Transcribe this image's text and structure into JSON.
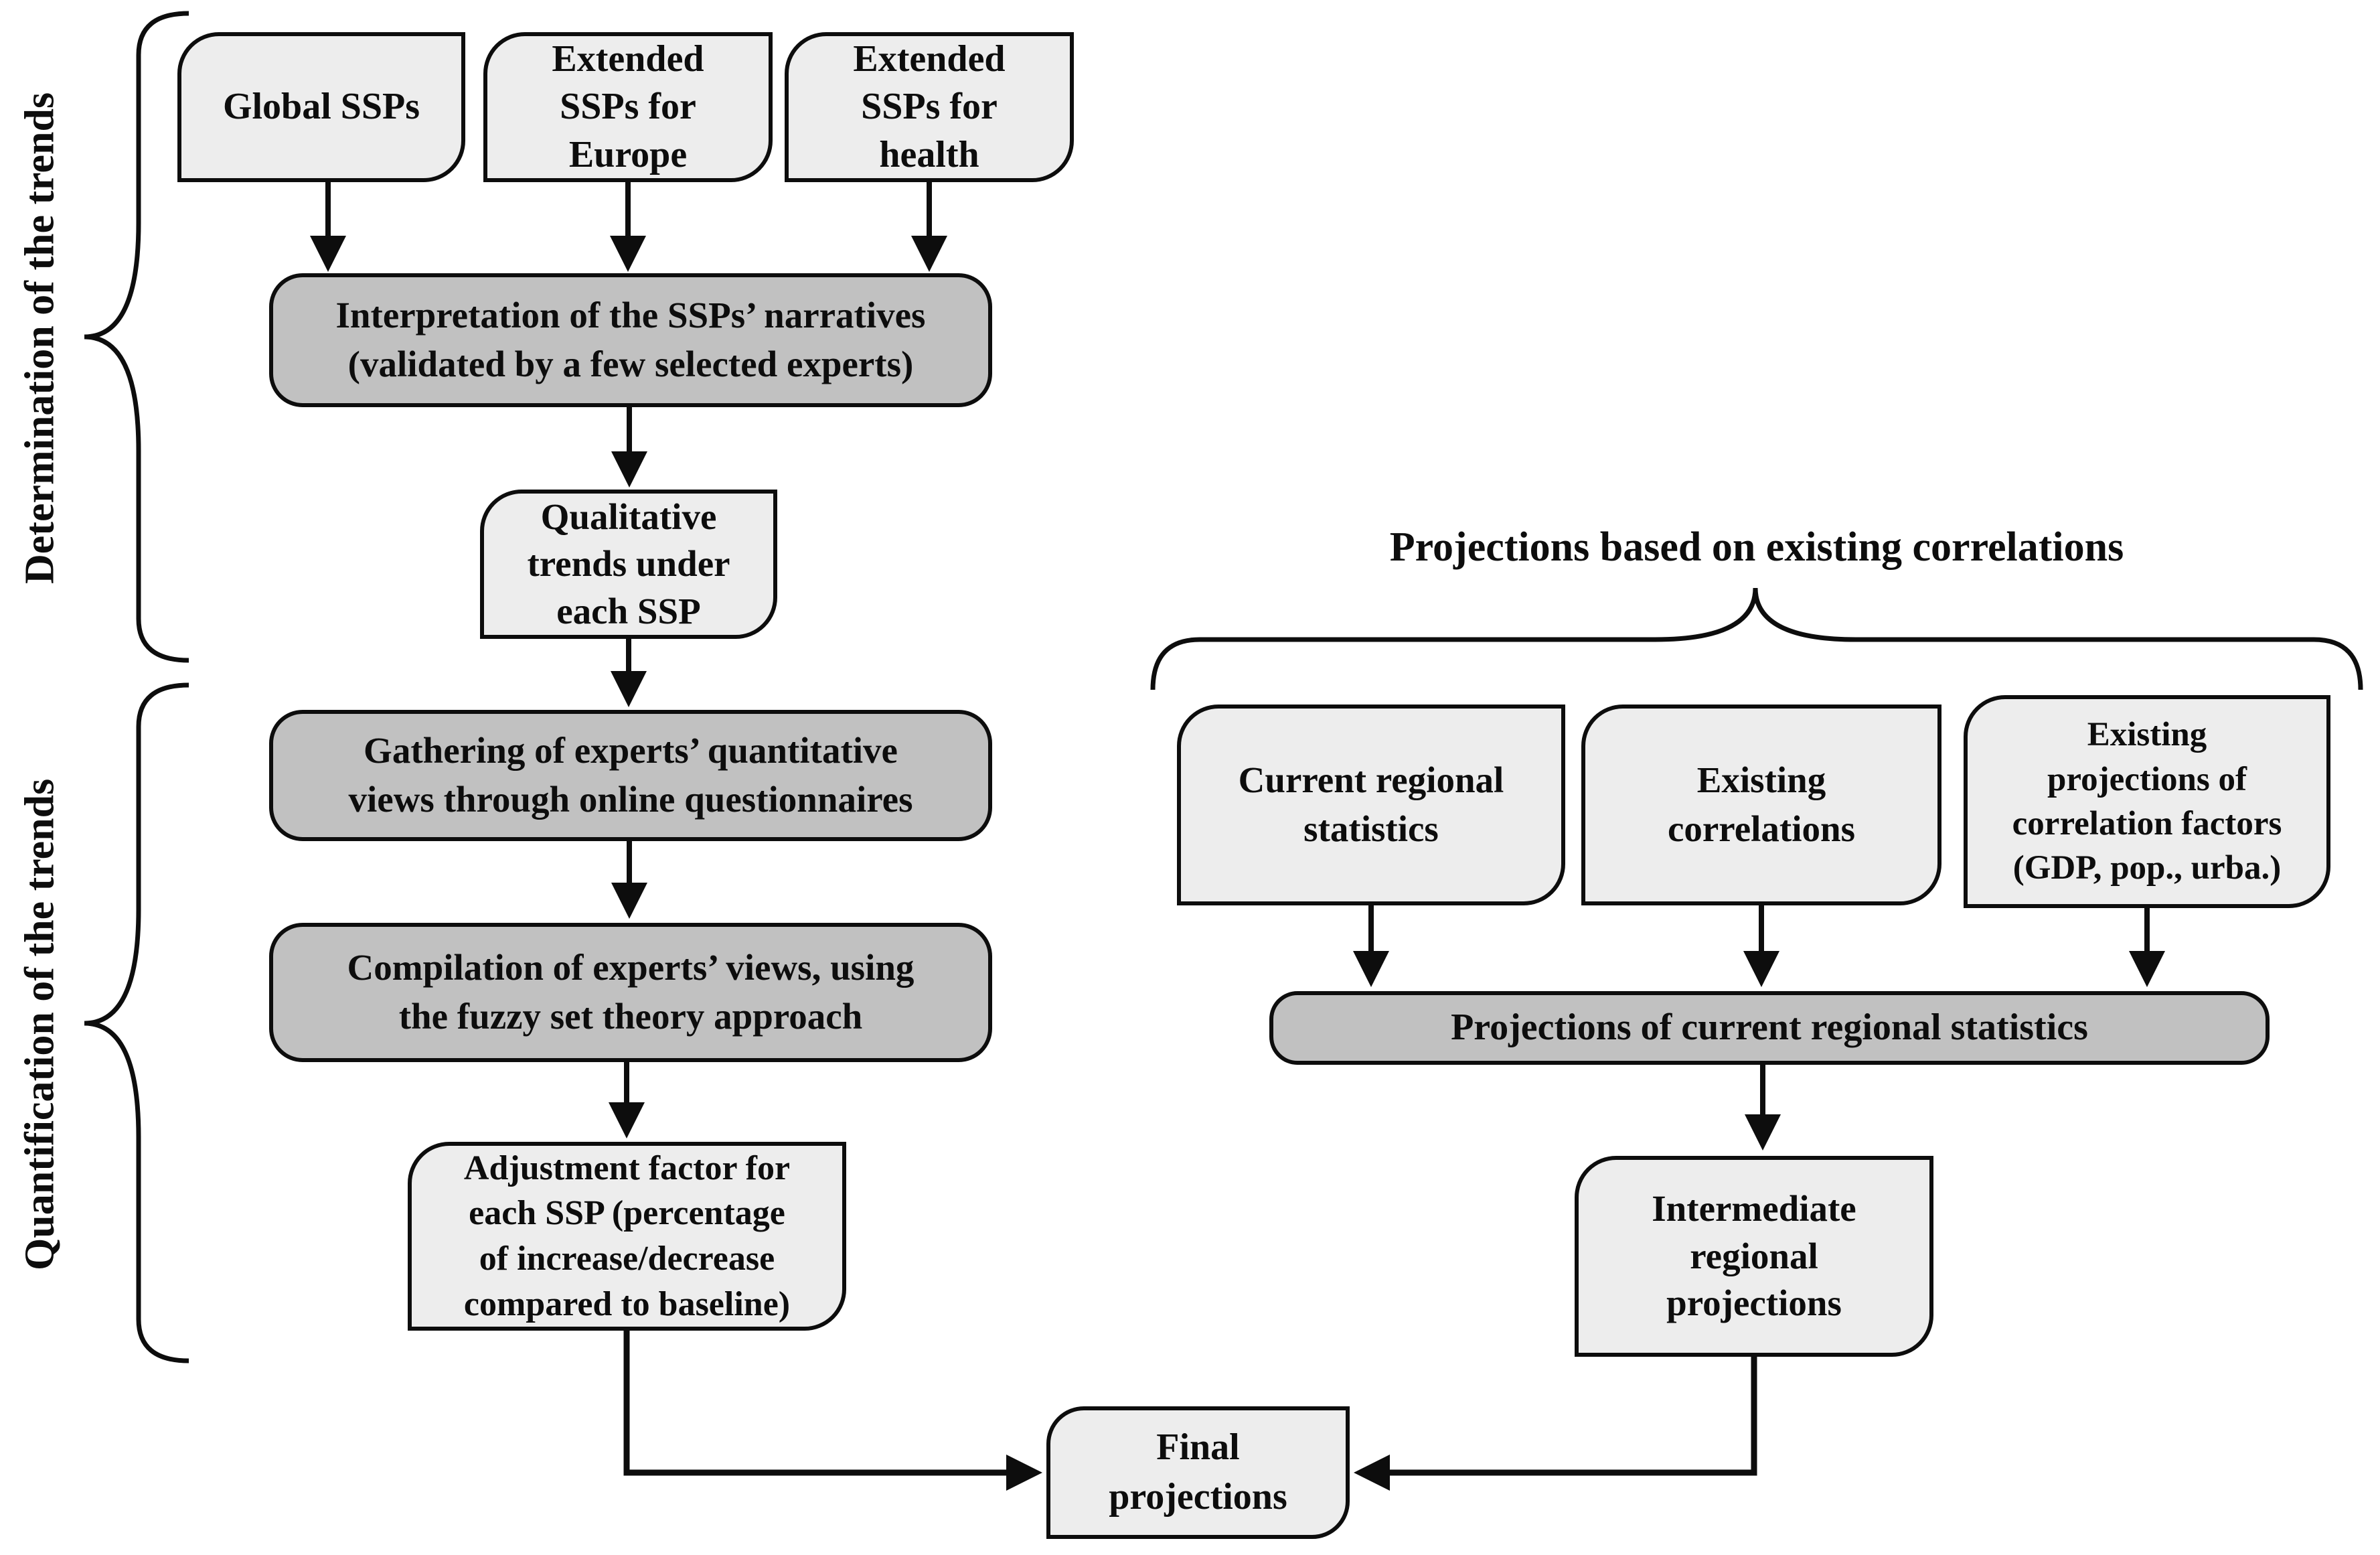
{
  "left_labels": {
    "determination": "Determination of the trends",
    "quantification": "Quantification of the trends"
  },
  "right_title": "Projections based on existing correlations",
  "nodes": {
    "global_ssps": "Global SSPs",
    "extended_europe": "Extended\nSSPs for\nEurope",
    "extended_health": "Extended\nSSPs for\nhealth",
    "interpretation": "Interpretation of the SSPs’ narratives\n(validated by a few selected experts)",
    "qualitative": "Qualitative\ntrends under\neach SSP",
    "gathering": "Gathering of experts’ quantitative\nviews through online questionnaires",
    "compilation": "Compilation of experts’ views, using\nthe fuzzy set theory approach",
    "adjustment": "Adjustment factor for\neach SSP (percentage\nof increase/decrease\ncompared to baseline)",
    "current_stats": "Current regional\nstatistics",
    "existing_corr": "Existing\ncorrelations",
    "existing_proj": "Existing\nprojections of\ncorrelation factors\n(GDP, pop., urba.)",
    "projections_bar": "Projections of current regional statistics",
    "intermediate": "Intermediate\nregional\nprojections",
    "final": "Final\nprojections"
  },
  "colors": {
    "light_fill": "#ededed",
    "dark_fill": "#c1c1c1",
    "line_color": "#0d0d0d"
  }
}
